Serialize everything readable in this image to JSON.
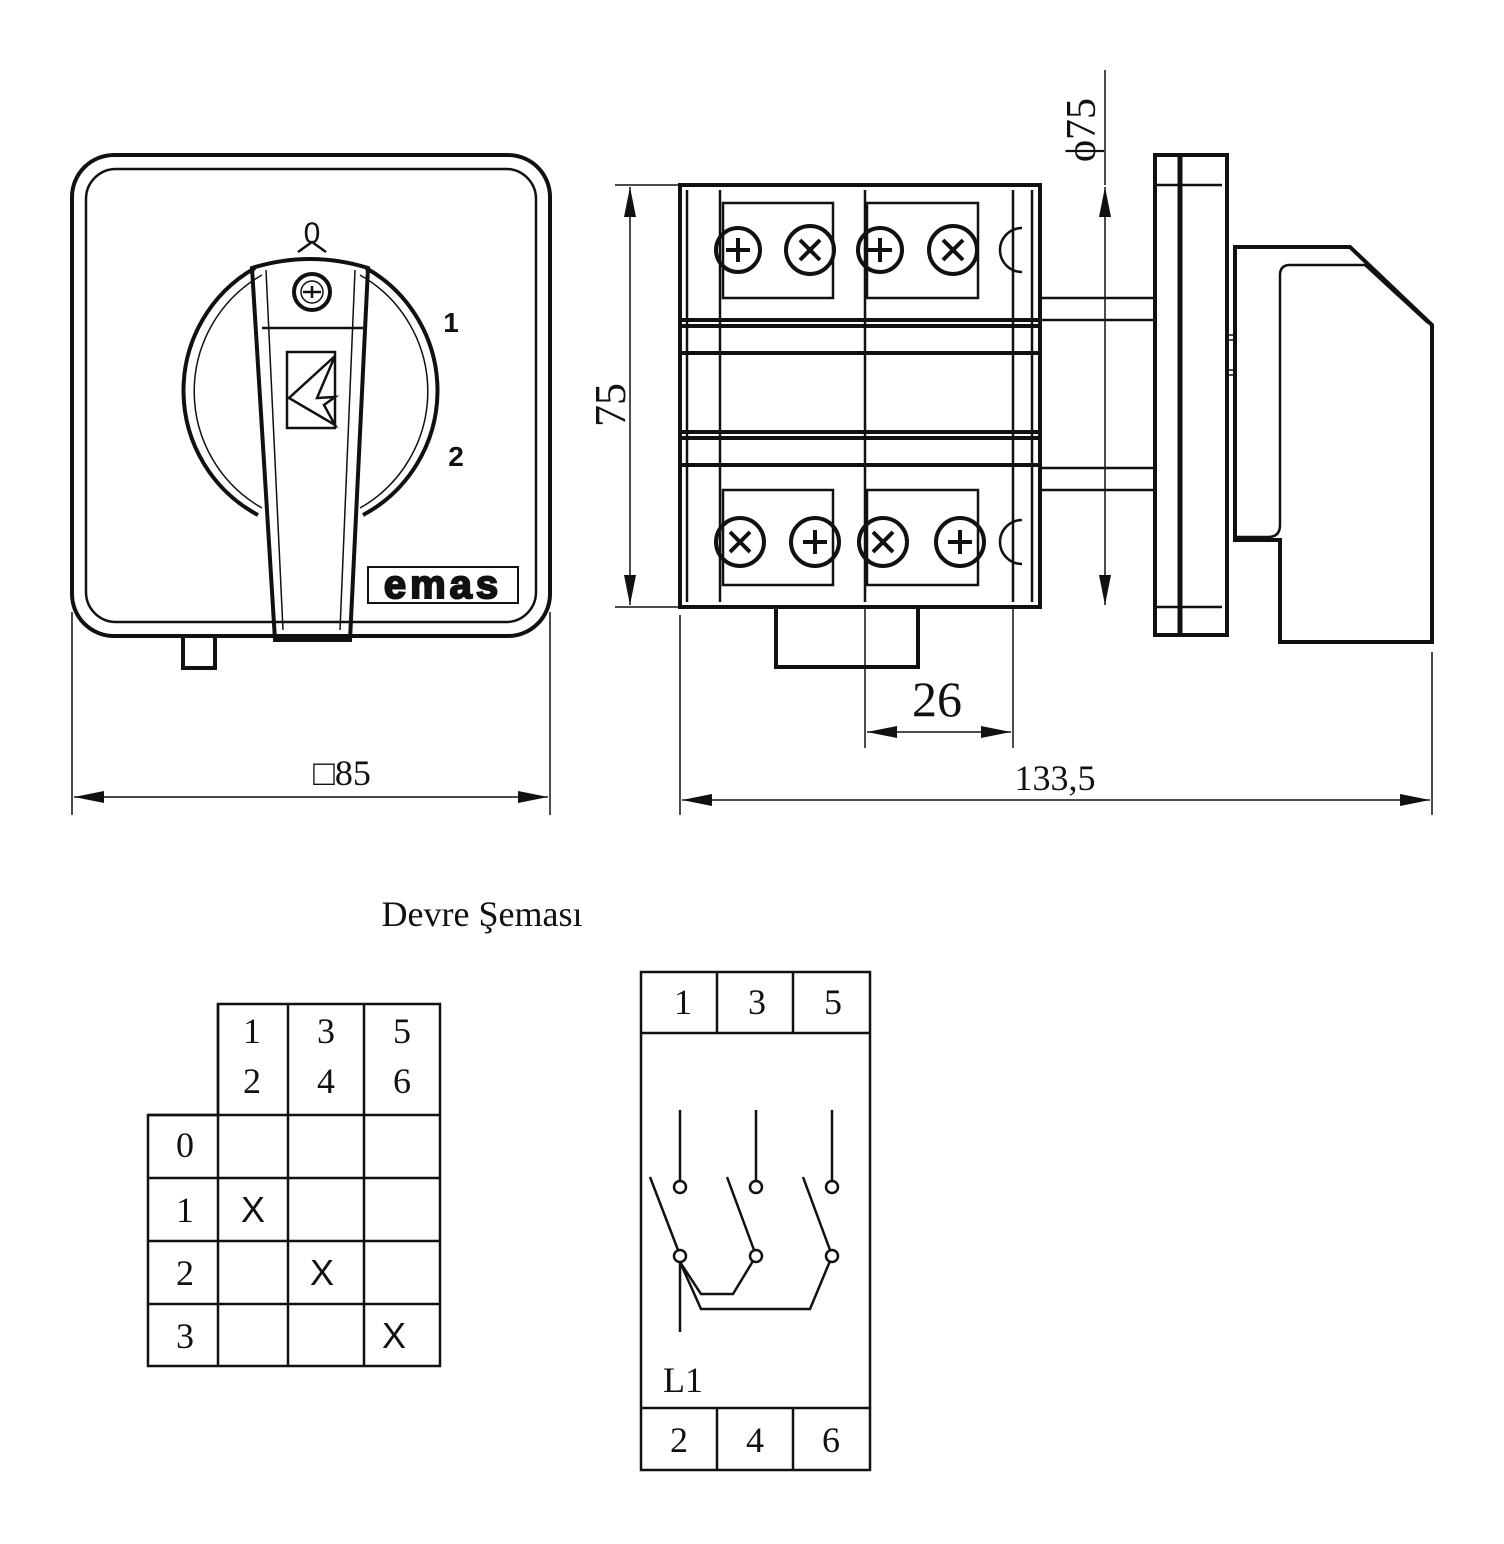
{
  "front_view": {
    "position_labels": [
      "0",
      "1",
      "2"
    ],
    "logo": "emas",
    "width_dimension": "□85"
  },
  "side_view": {
    "height_dimension": "75",
    "diameter_dimension": "ϕ75",
    "module_dimension": "26",
    "depth_dimension": "133,5"
  },
  "schema": {
    "title": "Devre Şeması",
    "switching_table": {
      "column_headers": [
        [
          "1",
          "2"
        ],
        [
          "3",
          "4"
        ],
        [
          "5",
          "6"
        ]
      ],
      "rows": [
        {
          "position": "0",
          "cells": [
            "",
            "",
            ""
          ]
        },
        {
          "position": "1",
          "cells": [
            "X",
            "",
            ""
          ]
        },
        {
          "position": "2",
          "cells": [
            "",
            "X",
            ""
          ]
        },
        {
          "position": "3",
          "cells": [
            "",
            "",
            "X"
          ]
        }
      ]
    },
    "circuit": {
      "top_terminals": [
        "1",
        "3",
        "5"
      ],
      "bottom_terminals": [
        "2",
        "4",
        "6"
      ],
      "input_label": "L1"
    }
  }
}
